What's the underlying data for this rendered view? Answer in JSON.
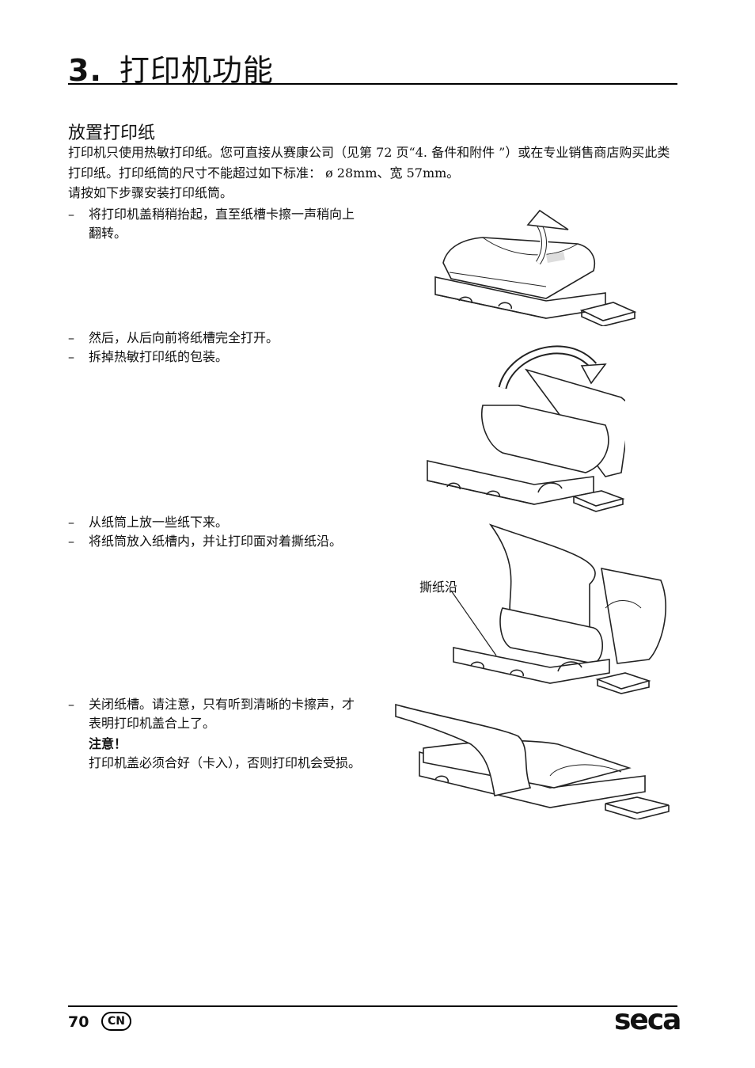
{
  "chapter": {
    "number": "3.",
    "title": "打印机功能"
  },
  "section": {
    "title": "放置打印纸"
  },
  "intro": [
    "打印机只使用热敏打印纸。您可直接从赛康公司（见第 72 页“4. 备件和附件 ”）或在专业销售商店购买此类打印纸。打印纸筒的尺寸不能超过如下标准： ø 28mm、宽 57mm。",
    "请按如下步骤安装打印纸筒。"
  ],
  "steps_group1": [
    {
      "dash": "–",
      "text": "将打印机盖稍稍抬起，直至纸槽卡擦一声稍向上翻转。"
    }
  ],
  "steps_group2": [
    {
      "dash": "–",
      "text": "然后，从后向前将纸槽完全打开。"
    },
    {
      "dash": "–",
      "text": "拆掉热敏打印纸的包装。"
    }
  ],
  "steps_group3": [
    {
      "dash": "–",
      "text": "从纸筒上放一些纸下来。"
    },
    {
      "dash": "–",
      "text": "将纸筒放入纸槽内，并让打印面对着撕纸沿。"
    }
  ],
  "steps_group4": [
    {
      "dash": "–",
      "text": "关闭纸槽。请注意，只有听到清晰的卡擦声，才表明打印机盖合上了。"
    }
  ],
  "note": {
    "heading": "注意！",
    "body": "打印机盖必须合好（卡入），否则打印机会受损。"
  },
  "figure_label": "撕纸沿",
  "footer": {
    "page_number": "70",
    "language": "CN",
    "brand": "seca"
  },
  "icons": [
    "printer-lid-lift-illustration",
    "printer-open-tray-illustration",
    "printer-insert-roll-illustration",
    "printer-close-illustration"
  ]
}
